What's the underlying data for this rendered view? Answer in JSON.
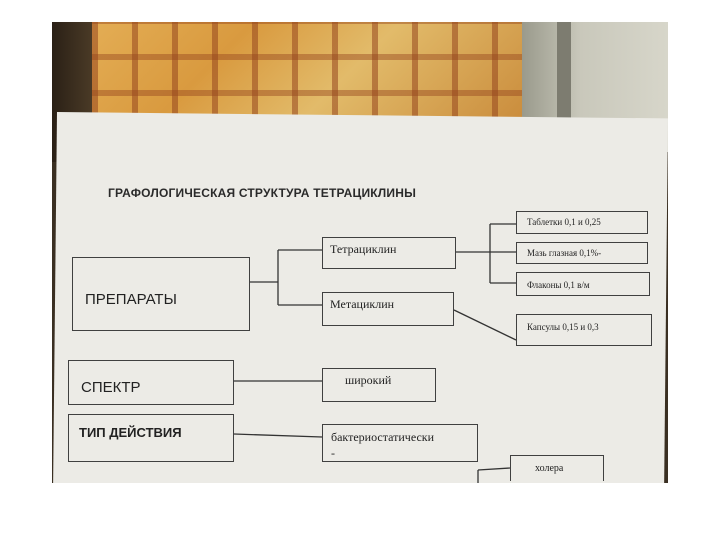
{
  "diagram": {
    "title": "ГРАФОЛОГИЧЕСКАЯ СТРУКТУРА ТЕТРАЦИКЛИНЫ",
    "preparaty": "ПРЕПАРАТЫ",
    "spektr": "СПЕКТР",
    "tip_deystviya": "ТИП ДЕЙСТВИЯ",
    "tetracyclin": "Тетрациклин",
    "metacyclin": "Метациклин",
    "shirokiy": "широкий",
    "bakteriostaticheski": "бактериостатически",
    "bakteriostaticheski_tail": "-",
    "tabletki": "Таблетки 0,1 и 0,25",
    "maz": "Мазь глазная 0,1%-",
    "flakony": "Флаконы 0,1 в/м",
    "kapsuly": "Капсулы 0,15 и 0,3",
    "holera": "холера"
  }
}
